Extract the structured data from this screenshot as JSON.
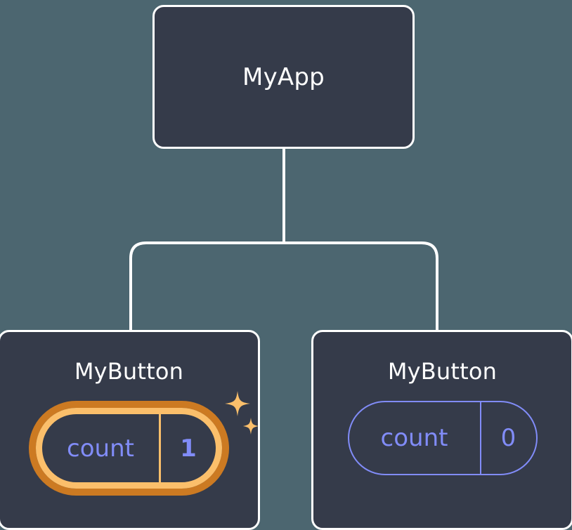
{
  "diagram": {
    "type": "component-tree",
    "background_color": "#4c6670",
    "node_fill": "#353b4a",
    "node_border": "#ffffff",
    "edge_color": "#ffffff",
    "accent_state": "#818cf8",
    "accent_highlight_outer": "#cc7a22",
    "accent_highlight_inner": "#fbbf6b",
    "root": {
      "title": "MyApp"
    },
    "children": [
      {
        "title": "MyButton",
        "state": {
          "key": "count",
          "value": "1",
          "highlighted": true
        }
      },
      {
        "title": "MyButton",
        "state": {
          "key": "count",
          "value": "0",
          "highlighted": false
        }
      }
    ]
  }
}
